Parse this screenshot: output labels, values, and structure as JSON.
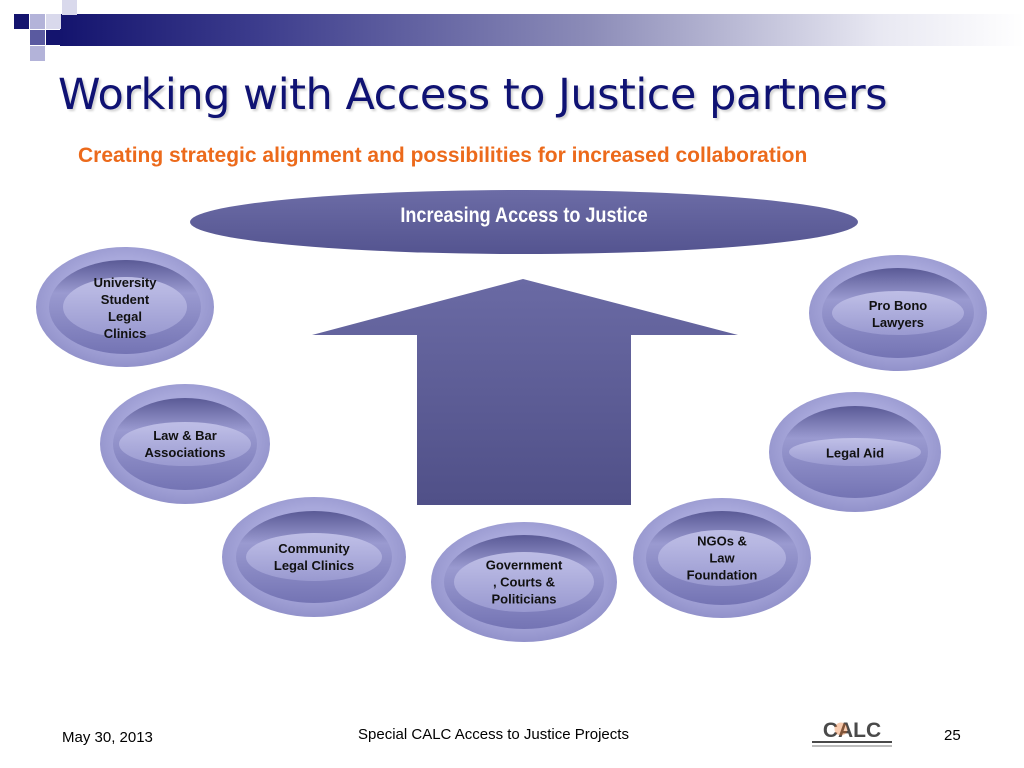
{
  "slide": {
    "title": "Working with Access to Justice partners",
    "subtitle": "Creating strategic alignment and possibilities for increased collaboration"
  },
  "diagram": {
    "goal": "Increasing Access to Justice",
    "partners": [
      {
        "id": "university",
        "label": "University\nStudent\nLegal\nClinics"
      },
      {
        "id": "law-bar",
        "label": "Law & Bar\nAssociations"
      },
      {
        "id": "community",
        "label": "Community\nLegal Clinics"
      },
      {
        "id": "government",
        "label": "Government\n, Courts  &\nPoliticians"
      },
      {
        "id": "ngos",
        "label": "NGOs &\nLaw\nFoundation"
      },
      {
        "id": "legal-aid",
        "label": "Legal Aid"
      },
      {
        "id": "pro-bono",
        "label": "Pro Bono\nLawyers"
      }
    ]
  },
  "footer": {
    "date": "May 30, 2013",
    "center_text": "Special CALC Access to Justice Projects",
    "page_number": "25",
    "logo_text": "CALC"
  },
  "colors": {
    "title": "#0f1273",
    "subtitle": "#ec6a1b",
    "shape_fill": "#5f5f99",
    "node_outer": "#a3a3d6",
    "node_inner": "#8585c2"
  }
}
